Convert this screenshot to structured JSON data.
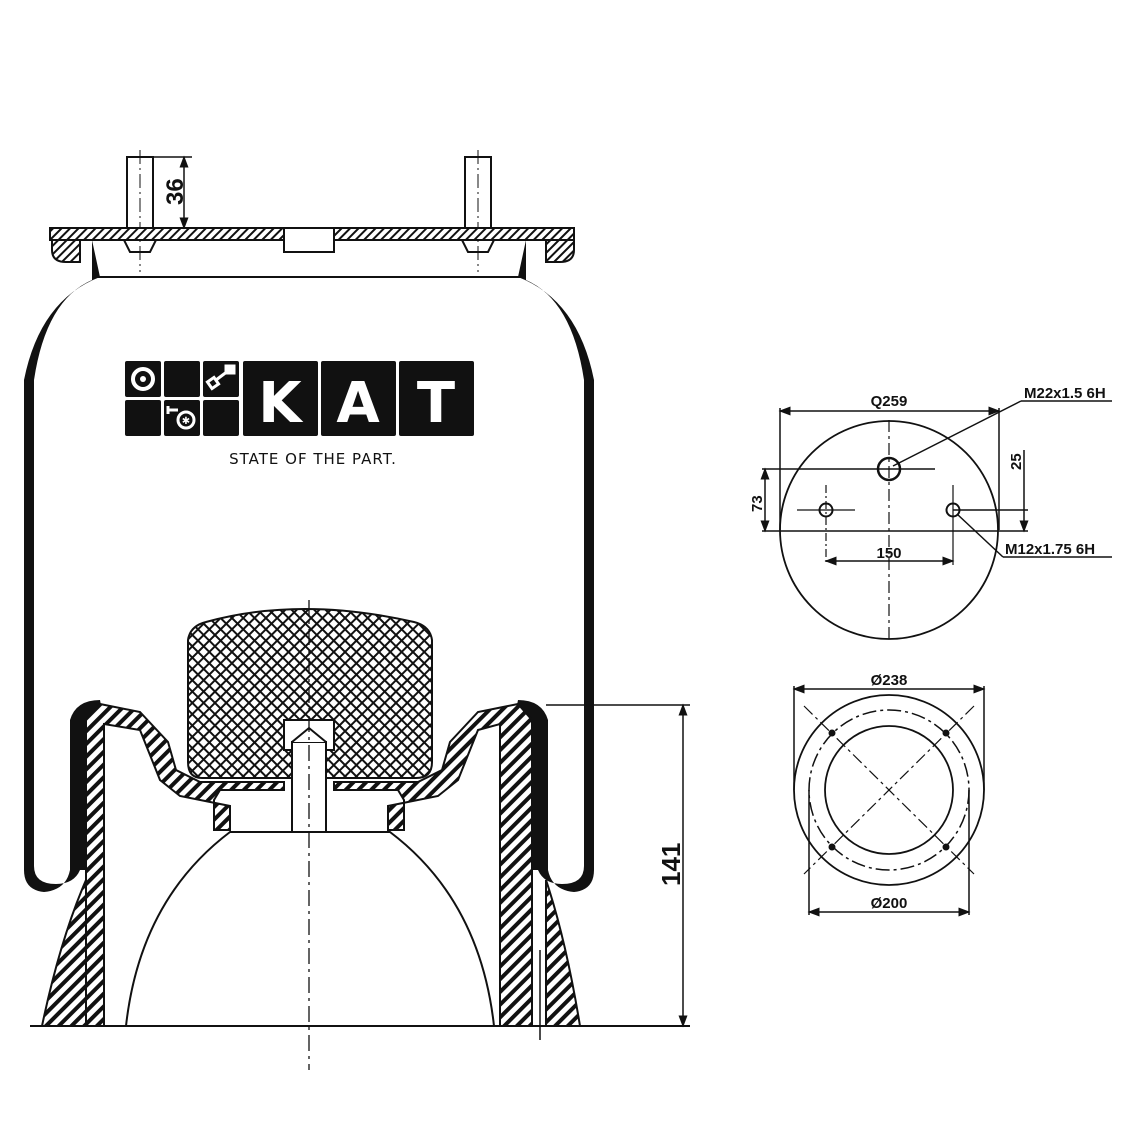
{
  "brand": {
    "name_letters": [
      "K",
      "A",
      "T"
    ],
    "tagline": "STATE OF THE PART.",
    "icons": [
      "brake-disc-icon",
      "piston-icon",
      "turbocharger-icon"
    ],
    "colors": {
      "tile": "#111111",
      "glyph": "#ffffff"
    }
  },
  "side_view": {
    "dimensions": {
      "stud_length": "36",
      "piston_height": "141"
    }
  },
  "top_plate_view": {
    "dimensions": {
      "plate_diameter": "Q259",
      "center_hole_thread": "M22x1.5 6H",
      "stud_thread": "M12x1.75 6H",
      "stud_offset": "25",
      "center_to_edge": "73",
      "stud_spacing": "150"
    }
  },
  "bottom_piston_view": {
    "dimensions": {
      "outer_diameter": "Ø238",
      "bolt_circle_diameter": "Ø200"
    }
  },
  "colors": {
    "line": "#111111",
    "background": "#ffffff"
  }
}
